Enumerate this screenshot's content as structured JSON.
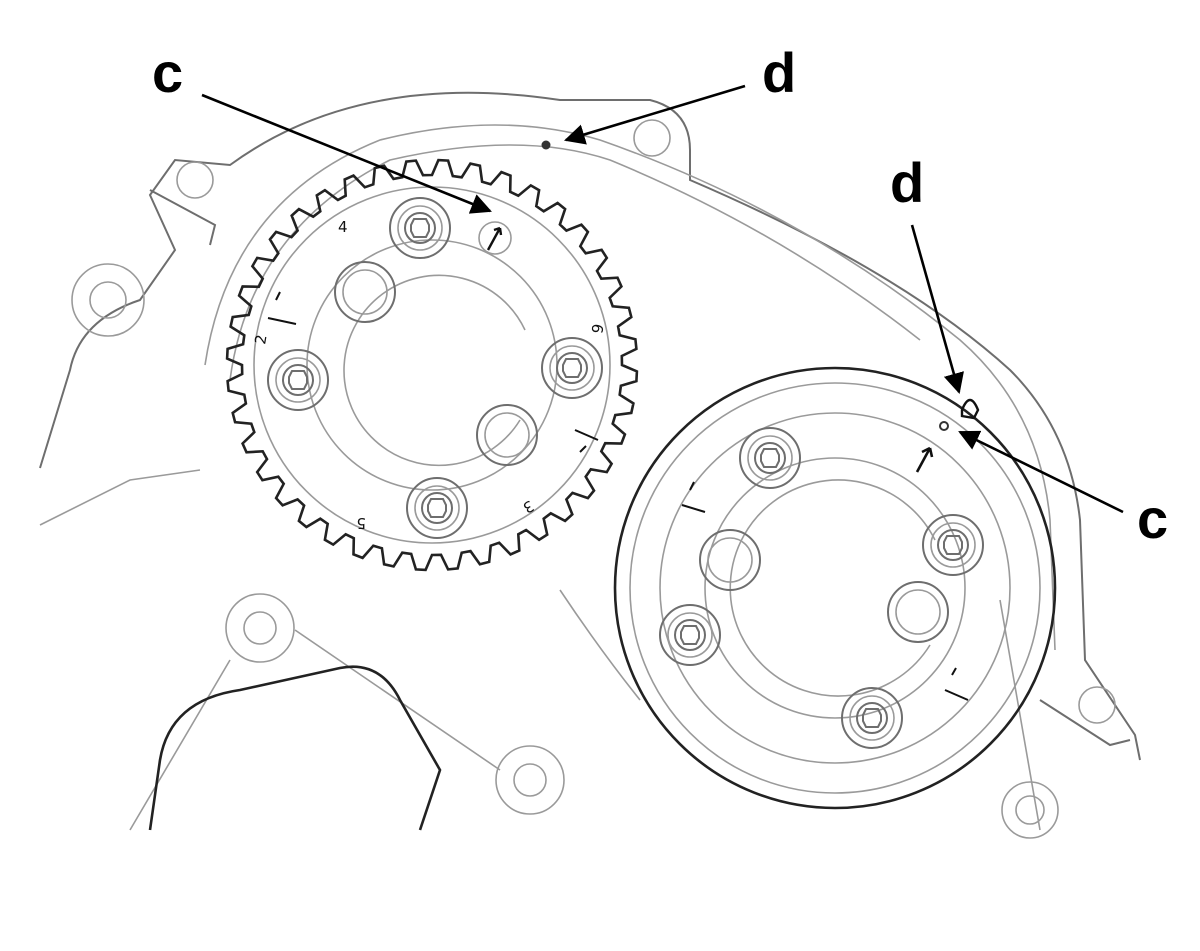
{
  "callouts": {
    "c_top": "c",
    "d_top": "d",
    "d_right": "d",
    "c_right": "c"
  },
  "gear_marks": {
    "m4": "4",
    "m6": "6",
    "m5": "5",
    "m3": "3",
    "m2": "2"
  },
  "colors": {
    "line_dark": "#222222",
    "line_light": "#9a9a9a",
    "background": "#ffffff"
  }
}
